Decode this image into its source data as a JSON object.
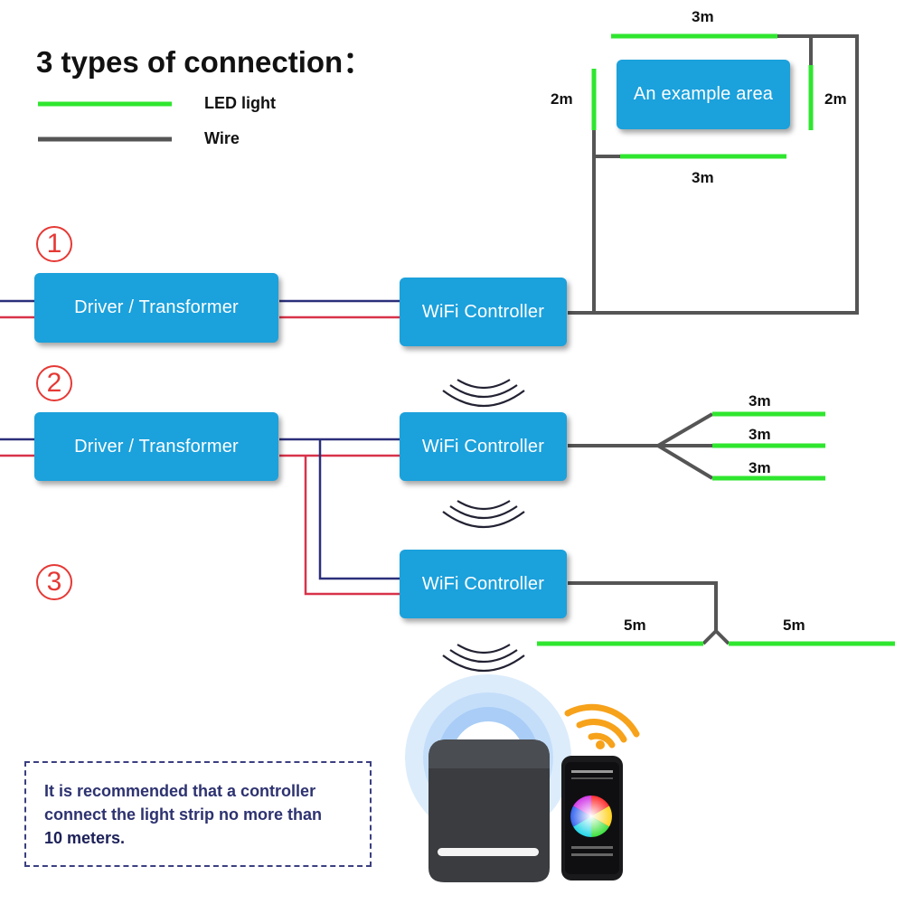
{
  "title": "3 types of connection：",
  "legend": {
    "led_label": "LED light",
    "wire_label": "Wire"
  },
  "colors": {
    "led": "#2fe62f",
    "wire": "#555555",
    "box": "#1ba1dc",
    "number": "#e53935",
    "power_blue": "#2b2f7a",
    "power_red": "#d8334a",
    "note_text": "#2d3270"
  },
  "example_area": {
    "label": "An example area",
    "top_len": "3m",
    "bottom_len": "3m",
    "left_len": "2m",
    "right_len": "2m"
  },
  "sections": [
    {
      "number": "1",
      "driver_label": "Driver / Transformer",
      "controller_label": "WiFi Controller"
    },
    {
      "number": "2",
      "driver_label": "Driver / Transformer",
      "controller_label": "WiFi Controller",
      "branch_lens": [
        "3m",
        "3m",
        "3m"
      ]
    },
    {
      "number": "3",
      "controller_label": "WiFi Controller",
      "left_len": "5m",
      "right_len": "5m"
    }
  ],
  "note": {
    "line1": "It is recommended that a controller",
    "line2": "connect the light strip no more than",
    "line3": "10 meters."
  },
  "icons": [
    "wireless-signal-icon",
    "smart-speaker-icon",
    "smartphone-icon",
    "wifi-icon",
    "color-wheel-icon"
  ]
}
